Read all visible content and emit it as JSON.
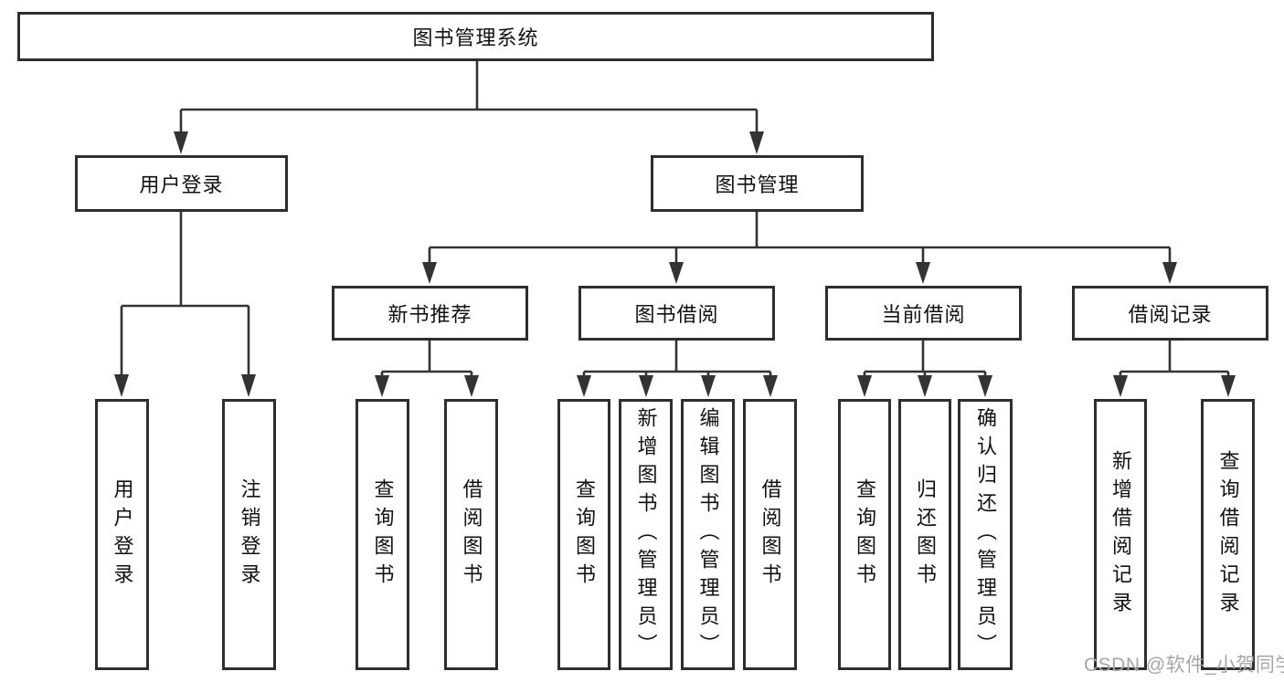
{
  "diagram": {
    "root": {
      "label": "图书管理系统"
    },
    "level2": [
      {
        "label": "用户登录"
      },
      {
        "label": "图书管理"
      }
    ],
    "level3": [
      {
        "label": "新书推荐"
      },
      {
        "label": "图书借阅"
      },
      {
        "label": "当前借阅"
      },
      {
        "label": "借阅记录"
      }
    ],
    "leaves": {
      "user_login": [
        {
          "label": "用户登录"
        },
        {
          "label": "注销登录"
        }
      ],
      "new_book_recommend": [
        {
          "label": "查询图书"
        },
        {
          "label": "借阅图书"
        }
      ],
      "book_borrow": [
        {
          "label": "查询图书"
        },
        {
          "label": "新增图书（管理员）"
        },
        {
          "label": "编辑图书（管理员）"
        },
        {
          "label": "借阅图书"
        }
      ],
      "current_borrow": [
        {
          "label": "查询图书"
        },
        {
          "label": "归还图书"
        },
        {
          "label": "确认归还（管理员）"
        }
      ],
      "borrow_records": [
        {
          "label": "新增借阅记录"
        },
        {
          "label": "查询借阅记录"
        }
      ]
    }
  },
  "watermark": {
    "text": "CSDN @软件_小贺同学"
  },
  "colors": {
    "line": "#333333",
    "border": "#2e2e2e",
    "text": "#111111",
    "watermark": "#a6a6a6",
    "background": "#ffffff"
  }
}
